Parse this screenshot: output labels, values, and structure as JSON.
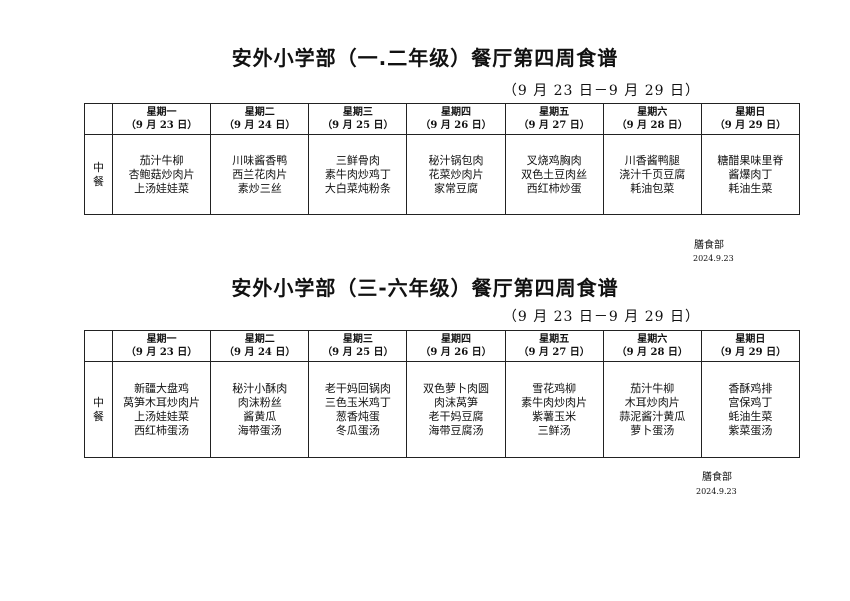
{
  "sections": [
    {
      "title": "安外小学部（一.二年级）餐厅第四周食谱",
      "date_range": "（9 月 23 日－9 月 29 日）",
      "meal_label": [
        "中",
        "餐"
      ],
      "days": [
        {
          "name": "星期一",
          "date": "（9 月 23 日）",
          "dishes": [
            "茄汁牛柳",
            "杏鲍菇炒肉片",
            "上汤娃娃菜"
          ]
        },
        {
          "name": "星期二",
          "date": "（9 月 24 日）",
          "dishes": [
            "川味酱香鸭",
            "西兰花肉片",
            "素炒三丝"
          ]
        },
        {
          "name": "星期三",
          "date": "（9 月 25 日）",
          "dishes": [
            "三鲜骨肉",
            "素牛肉炒鸡丁",
            "大白菜炖粉条"
          ]
        },
        {
          "name": "星期四",
          "date": "（9 月 26 日）",
          "dishes": [
            "秘汁锅包肉",
            "花菜炒肉片",
            "家常豆腐"
          ]
        },
        {
          "name": "星期五",
          "date": "（9 月 27 日）",
          "dishes": [
            "叉烧鸡胸肉",
            "双色土豆肉丝",
            "西红柿炒蛋"
          ]
        },
        {
          "name": "星期六",
          "date": "（9 月 28 日）",
          "dishes": [
            "川香酱鸭腿",
            "浇汁千页豆腐",
            "耗油包菜"
          ]
        },
        {
          "name": "星期日",
          "date": "（9 月 29 日）",
          "dishes": [
            "糖醋果味里脊",
            "酱爆肉丁",
            "耗油生菜"
          ]
        }
      ],
      "footer_dept": "膳食部",
      "footer_date": "2024.9.23"
    },
    {
      "title": "安外小学部（三-六年级）餐厅第四周食谱",
      "date_range": "（9 月 23 日－9 月 29 日）",
      "meal_label": [
        "中",
        "餐"
      ],
      "days": [
        {
          "name": "星期一",
          "date": "（9 月 23 日）",
          "dishes": [
            "新疆大盘鸡",
            "莴笋木耳炒肉片",
            "上汤娃娃菜",
            "西红柿蛋汤"
          ]
        },
        {
          "name": "星期二",
          "date": "（9 月 24 日）",
          "dishes": [
            "秘汁小酥肉",
            "肉沫粉丝",
            "酱黄瓜",
            "海带蛋汤"
          ]
        },
        {
          "name": "星期三",
          "date": "（9 月 25 日）",
          "dishes": [
            "老干妈回锅肉",
            "三色玉米鸡丁",
            "葱香炖蛋",
            "冬瓜蛋汤"
          ]
        },
        {
          "name": "星期四",
          "date": "（9 月 26 日）",
          "dishes": [
            "双色萝卜肉圆",
            "肉沫莴笋",
            "老干妈豆腐",
            "海带豆腐汤"
          ]
        },
        {
          "name": "星期五",
          "date": "（9 月 27 日）",
          "dishes": [
            "雪花鸡柳",
            "素牛肉炒肉片",
            "紫薯玉米",
            "三鲜汤"
          ]
        },
        {
          "name": "星期六",
          "date": "（9 月 28 日）",
          "dishes": [
            "茄汁牛柳",
            "木耳炒肉片",
            "蒜泥酱汁黄瓜",
            "萝卜蛋汤"
          ]
        },
        {
          "name": "星期日",
          "date": "（9 月 29 日）",
          "dishes": [
            "香酥鸡排",
            "宫保鸡丁",
            "蚝油生菜",
            "紫菜蛋汤"
          ]
        }
      ],
      "footer_dept": "膳食部",
      "footer_date": "2024.9.23"
    }
  ]
}
